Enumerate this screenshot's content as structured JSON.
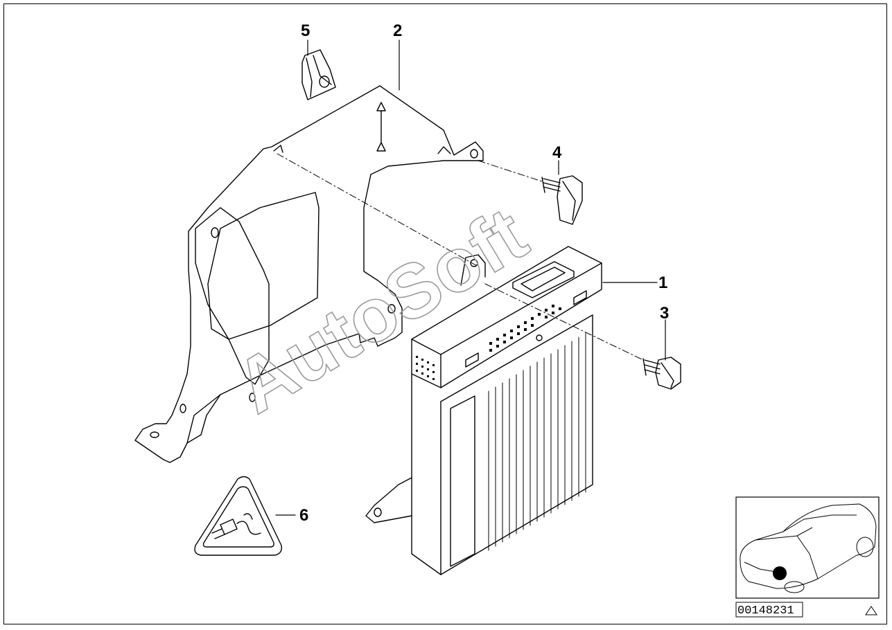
{
  "diagram": {
    "watermark": "AutoSoft",
    "reference_number": "00148231",
    "callouts": [
      {
        "id": "1",
        "part": "module"
      },
      {
        "id": "2",
        "part": "bracket"
      },
      {
        "id": "3",
        "part": "bolt"
      },
      {
        "id": "4",
        "part": "bolt"
      },
      {
        "id": "5",
        "part": "clip-nut"
      },
      {
        "id": "6",
        "part": "warning-label"
      }
    ],
    "colors": {
      "line": "#000000",
      "watermark": "#9a9a9a",
      "background": "#ffffff"
    }
  }
}
